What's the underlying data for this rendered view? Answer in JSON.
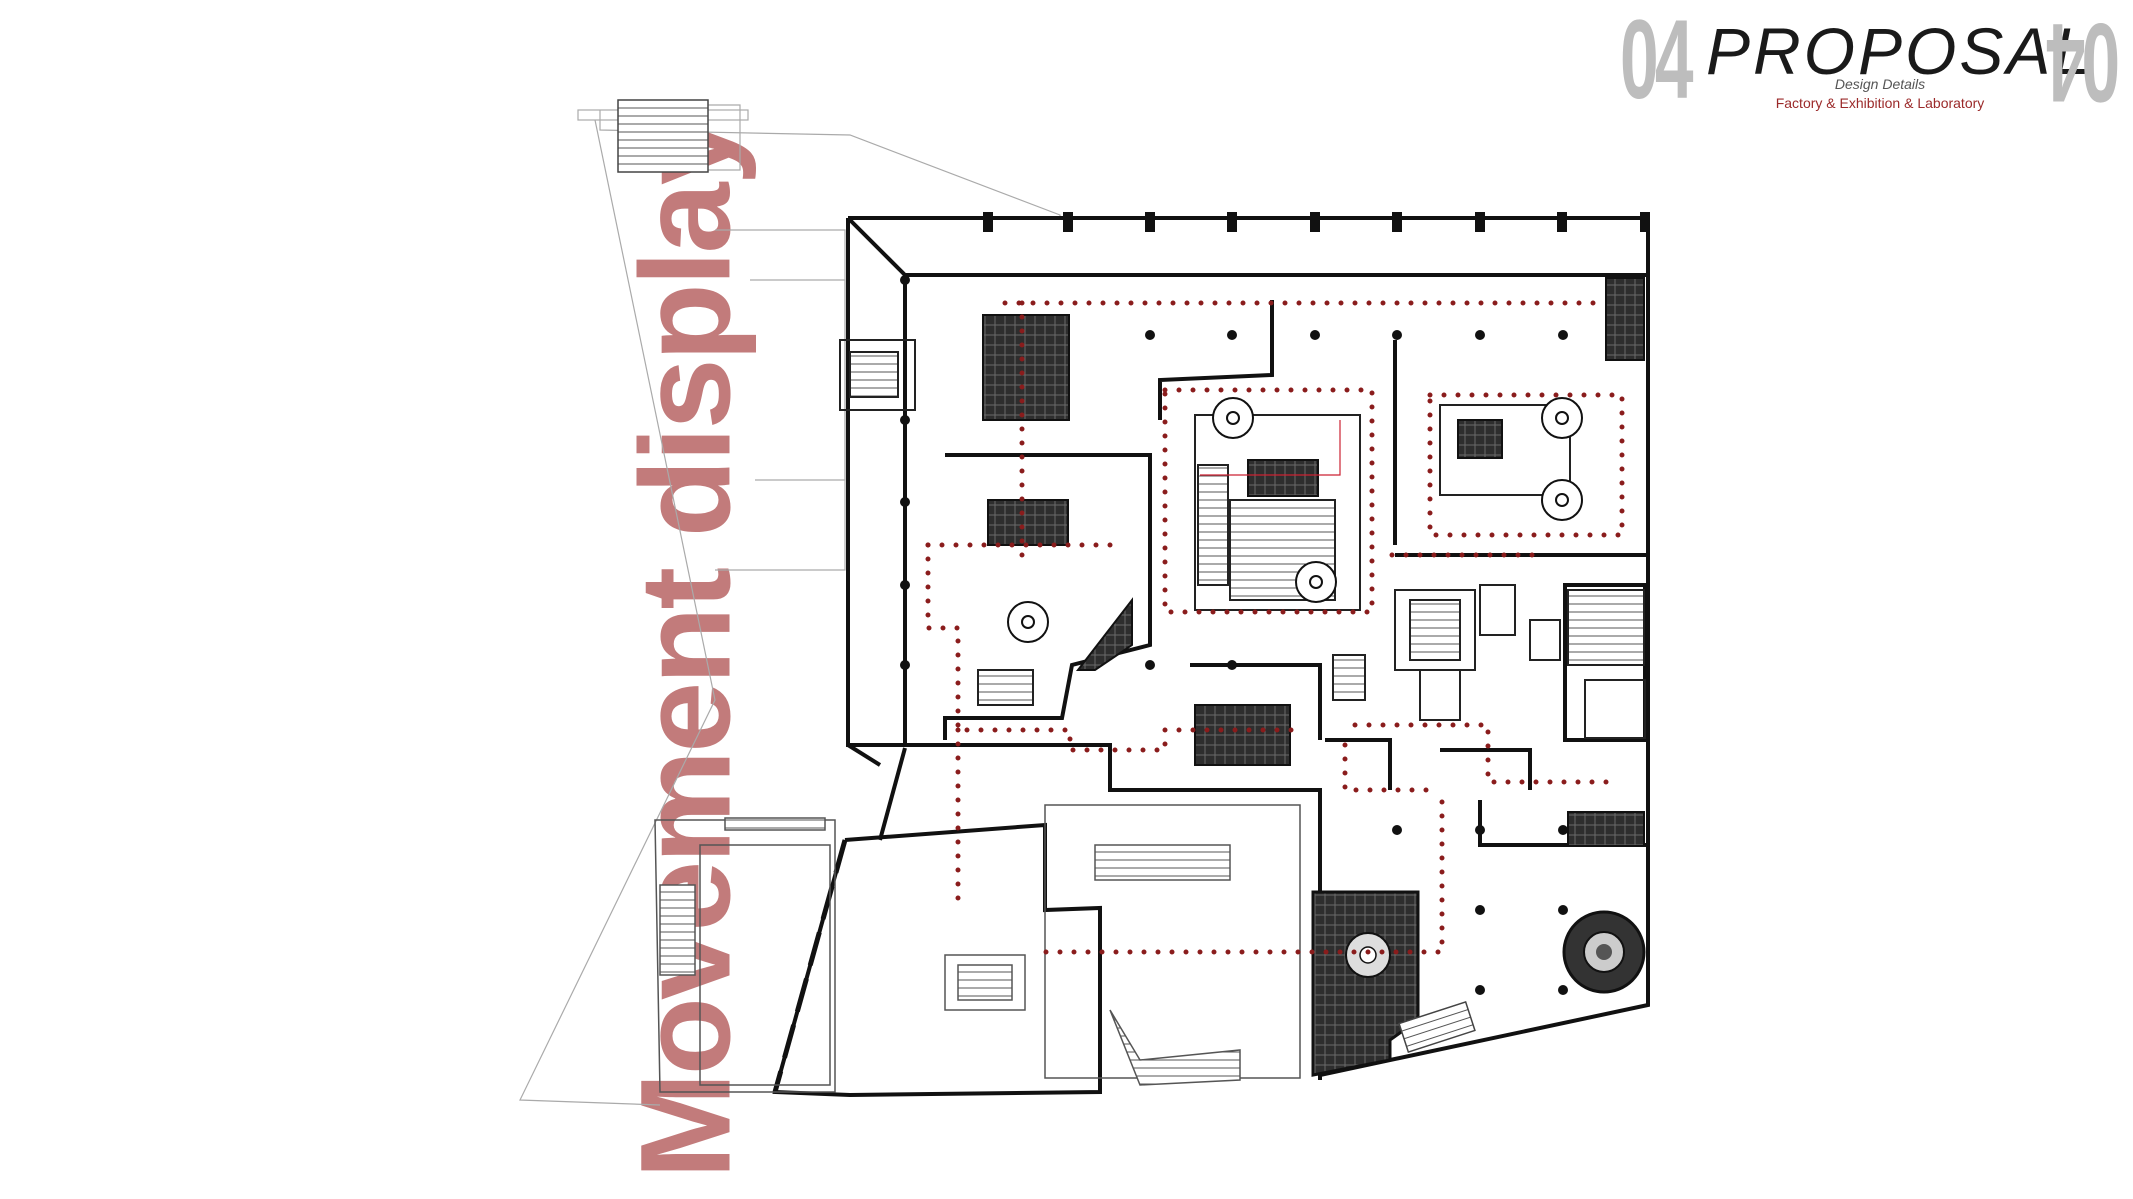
{
  "header": {
    "section_number": "04",
    "title": "PROPOSAL",
    "subtitle": "Design Details",
    "subtitle2": "Factory & Exhibition & Laboratory"
  },
  "side_label": "Movement display",
  "colors": {
    "accent_red": "#8a1c1c",
    "label_pink": "#c27b7b",
    "number_gray": "#bdbdbd",
    "wall": "#111111",
    "hatch": "#333333"
  }
}
